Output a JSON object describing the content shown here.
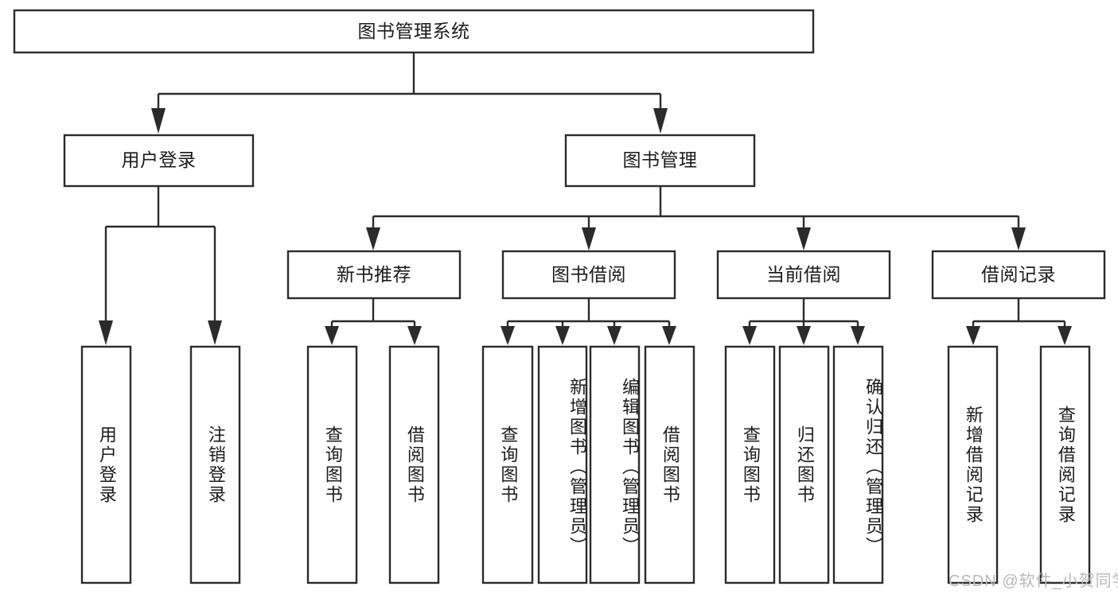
{
  "diagram": {
    "type": "tree-hierarchy",
    "title": "图书管理系统",
    "root": {
      "id": "root",
      "label": "图书管理系统",
      "orientation": "horizontal"
    },
    "level1": [
      {
        "id": "user-login",
        "label": "用户登录",
        "orientation": "horizontal"
      },
      {
        "id": "book-manage",
        "label": "图书管理",
        "orientation": "horizontal"
      }
    ],
    "level2": [
      {
        "id": "new-book-recommend",
        "label": "新书推荐",
        "orientation": "horizontal",
        "parent": "book-manage"
      },
      {
        "id": "book-borrow",
        "label": "图书借阅",
        "orientation": "horizontal",
        "parent": "book-manage"
      },
      {
        "id": "current-borrow",
        "label": "当前借阅",
        "orientation": "horizontal",
        "parent": "book-manage"
      },
      {
        "id": "borrow-record",
        "label": "借阅记录",
        "orientation": "horizontal",
        "parent": "book-manage"
      }
    ],
    "leaves": [
      {
        "id": "leaf-user-login",
        "label": "用户登录",
        "orientation": "vertical",
        "parent": "user-login"
      },
      {
        "id": "leaf-user-logout",
        "label": "注销登录",
        "orientation": "vertical",
        "parent": "user-login"
      },
      {
        "id": "leaf-query-book-1",
        "label": "查询图书",
        "orientation": "vertical",
        "parent": "new-book-recommend"
      },
      {
        "id": "leaf-borrow-book-1",
        "label": "借阅图书",
        "orientation": "vertical",
        "parent": "new-book-recommend"
      },
      {
        "id": "leaf-query-book-2",
        "label": "查询图书",
        "orientation": "vertical",
        "parent": "book-borrow"
      },
      {
        "id": "leaf-add-book",
        "label": "新增图书（管理员）",
        "orientation": "vertical",
        "parent": "book-borrow"
      },
      {
        "id": "leaf-edit-book",
        "label": "编辑图书（管理员）",
        "orientation": "vertical",
        "parent": "book-borrow"
      },
      {
        "id": "leaf-borrow-book-2",
        "label": "借阅图书",
        "orientation": "vertical",
        "parent": "book-borrow"
      },
      {
        "id": "leaf-query-book-3",
        "label": "查询图书",
        "orientation": "vertical",
        "parent": "current-borrow"
      },
      {
        "id": "leaf-return-book",
        "label": "归还图书",
        "orientation": "vertical",
        "parent": "current-borrow"
      },
      {
        "id": "leaf-confirm-return",
        "label": "确认归还（管理员）",
        "orientation": "vertical",
        "parent": "current-borrow"
      },
      {
        "id": "leaf-add-record",
        "label": "新增借阅记录",
        "orientation": "vertical",
        "parent": "borrow-record"
      },
      {
        "id": "leaf-query-record",
        "label": "查询借阅记录",
        "orientation": "vertical",
        "parent": "borrow-record"
      }
    ],
    "colors": {
      "stroke": "#2b2b2b",
      "box_fill": "#ffffff",
      "text": "#1b1b1b",
      "background": "#ffffff",
      "watermark": "#b9b9b9"
    }
  },
  "watermark": {
    "text": "CSDN @软件_小贺同学"
  }
}
